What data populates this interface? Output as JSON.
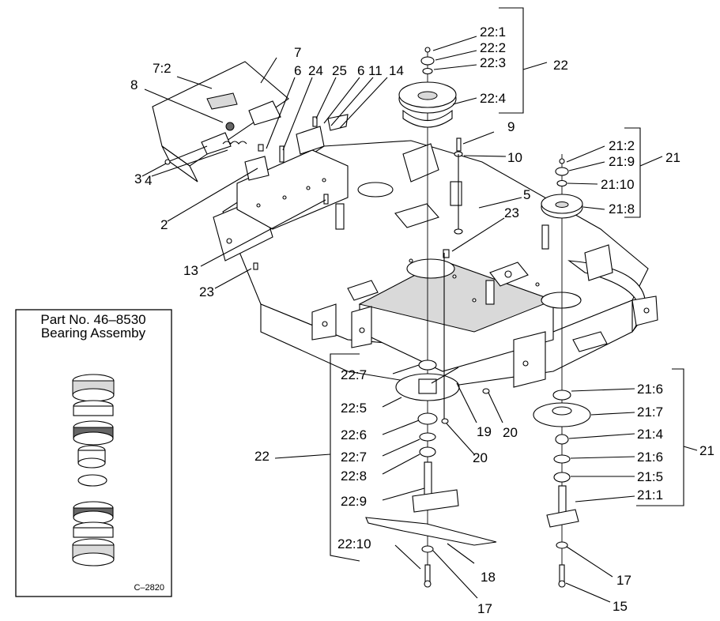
{
  "inset": {
    "title_line1": "Part No. 46–8530",
    "title_line2": "Bearing Assemby",
    "code": "C–2820"
  },
  "callouts": {
    "c7": "7",
    "c7_2": "7:2",
    "c6a": "6",
    "c24": "24",
    "c25": "25",
    "c6b": "6",
    "c11": "11",
    "c14": "14",
    "c8": "8",
    "c3": "3",
    "c4": "4",
    "c2": "2",
    "c13": "13",
    "c23a": "23",
    "c23b": "23",
    "c5": "5",
    "c9": "9",
    "c10": "10",
    "c22top": "22",
    "c22_1": "22:1",
    "c22_2": "22:2",
    "c22_3": "22:3",
    "c22_4": "22:4",
    "c21top": "21",
    "c21_2": "21:2",
    "c21_9": "21:9",
    "c21_10": "21:10",
    "c21_8": "21:8",
    "c22_7a": "22:7",
    "c22_5": "22:5",
    "c22_6": "22:6",
    "c22_7b": "22:7",
    "c22_8": "22:8",
    "c22_9": "22:9",
    "c22_10": "22:10",
    "c22left": "22",
    "c19": "19",
    "c20a": "20",
    "c20b": "20",
    "c18": "18",
    "c17a": "17",
    "c17b": "17",
    "c21_6a": "21:6",
    "c21_7": "21:7",
    "c21_4": "21:4",
    "c21_6b": "21:6",
    "c21_5": "21:5",
    "c21_1": "21:1",
    "c21right": "21",
    "c15": "15"
  }
}
